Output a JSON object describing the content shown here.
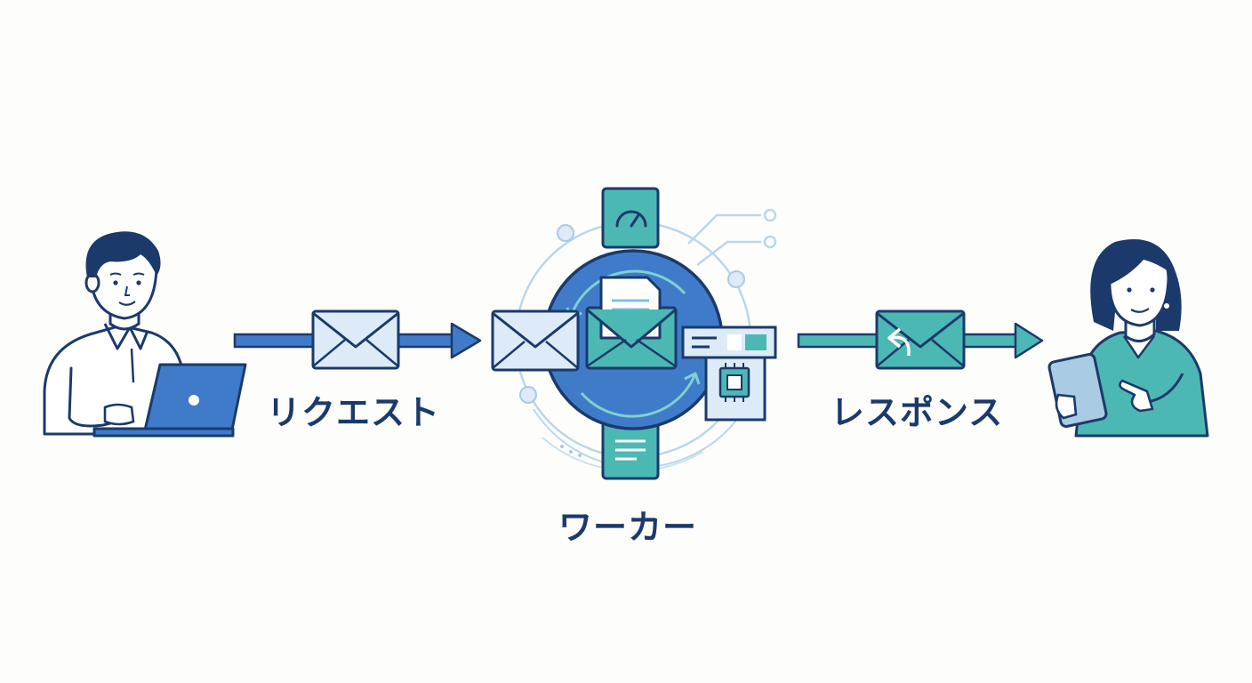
{
  "labels": {
    "request": "リクエスト",
    "worker": "ワーカー",
    "response": "レスポンス"
  },
  "colors": {
    "navy": "#1b3a6b",
    "blue": "#3f7bc9",
    "teal": "#4cb8b4",
    "light_blue": "#dcebf7",
    "background": "#fdfdfc"
  },
  "icons": {
    "client": "person-with-laptop-icon",
    "request_message": "envelope-icon",
    "worker": "worker-hub-icon",
    "response_message": "envelope-reply-icon",
    "recipient": "person-with-tablet-icon"
  }
}
